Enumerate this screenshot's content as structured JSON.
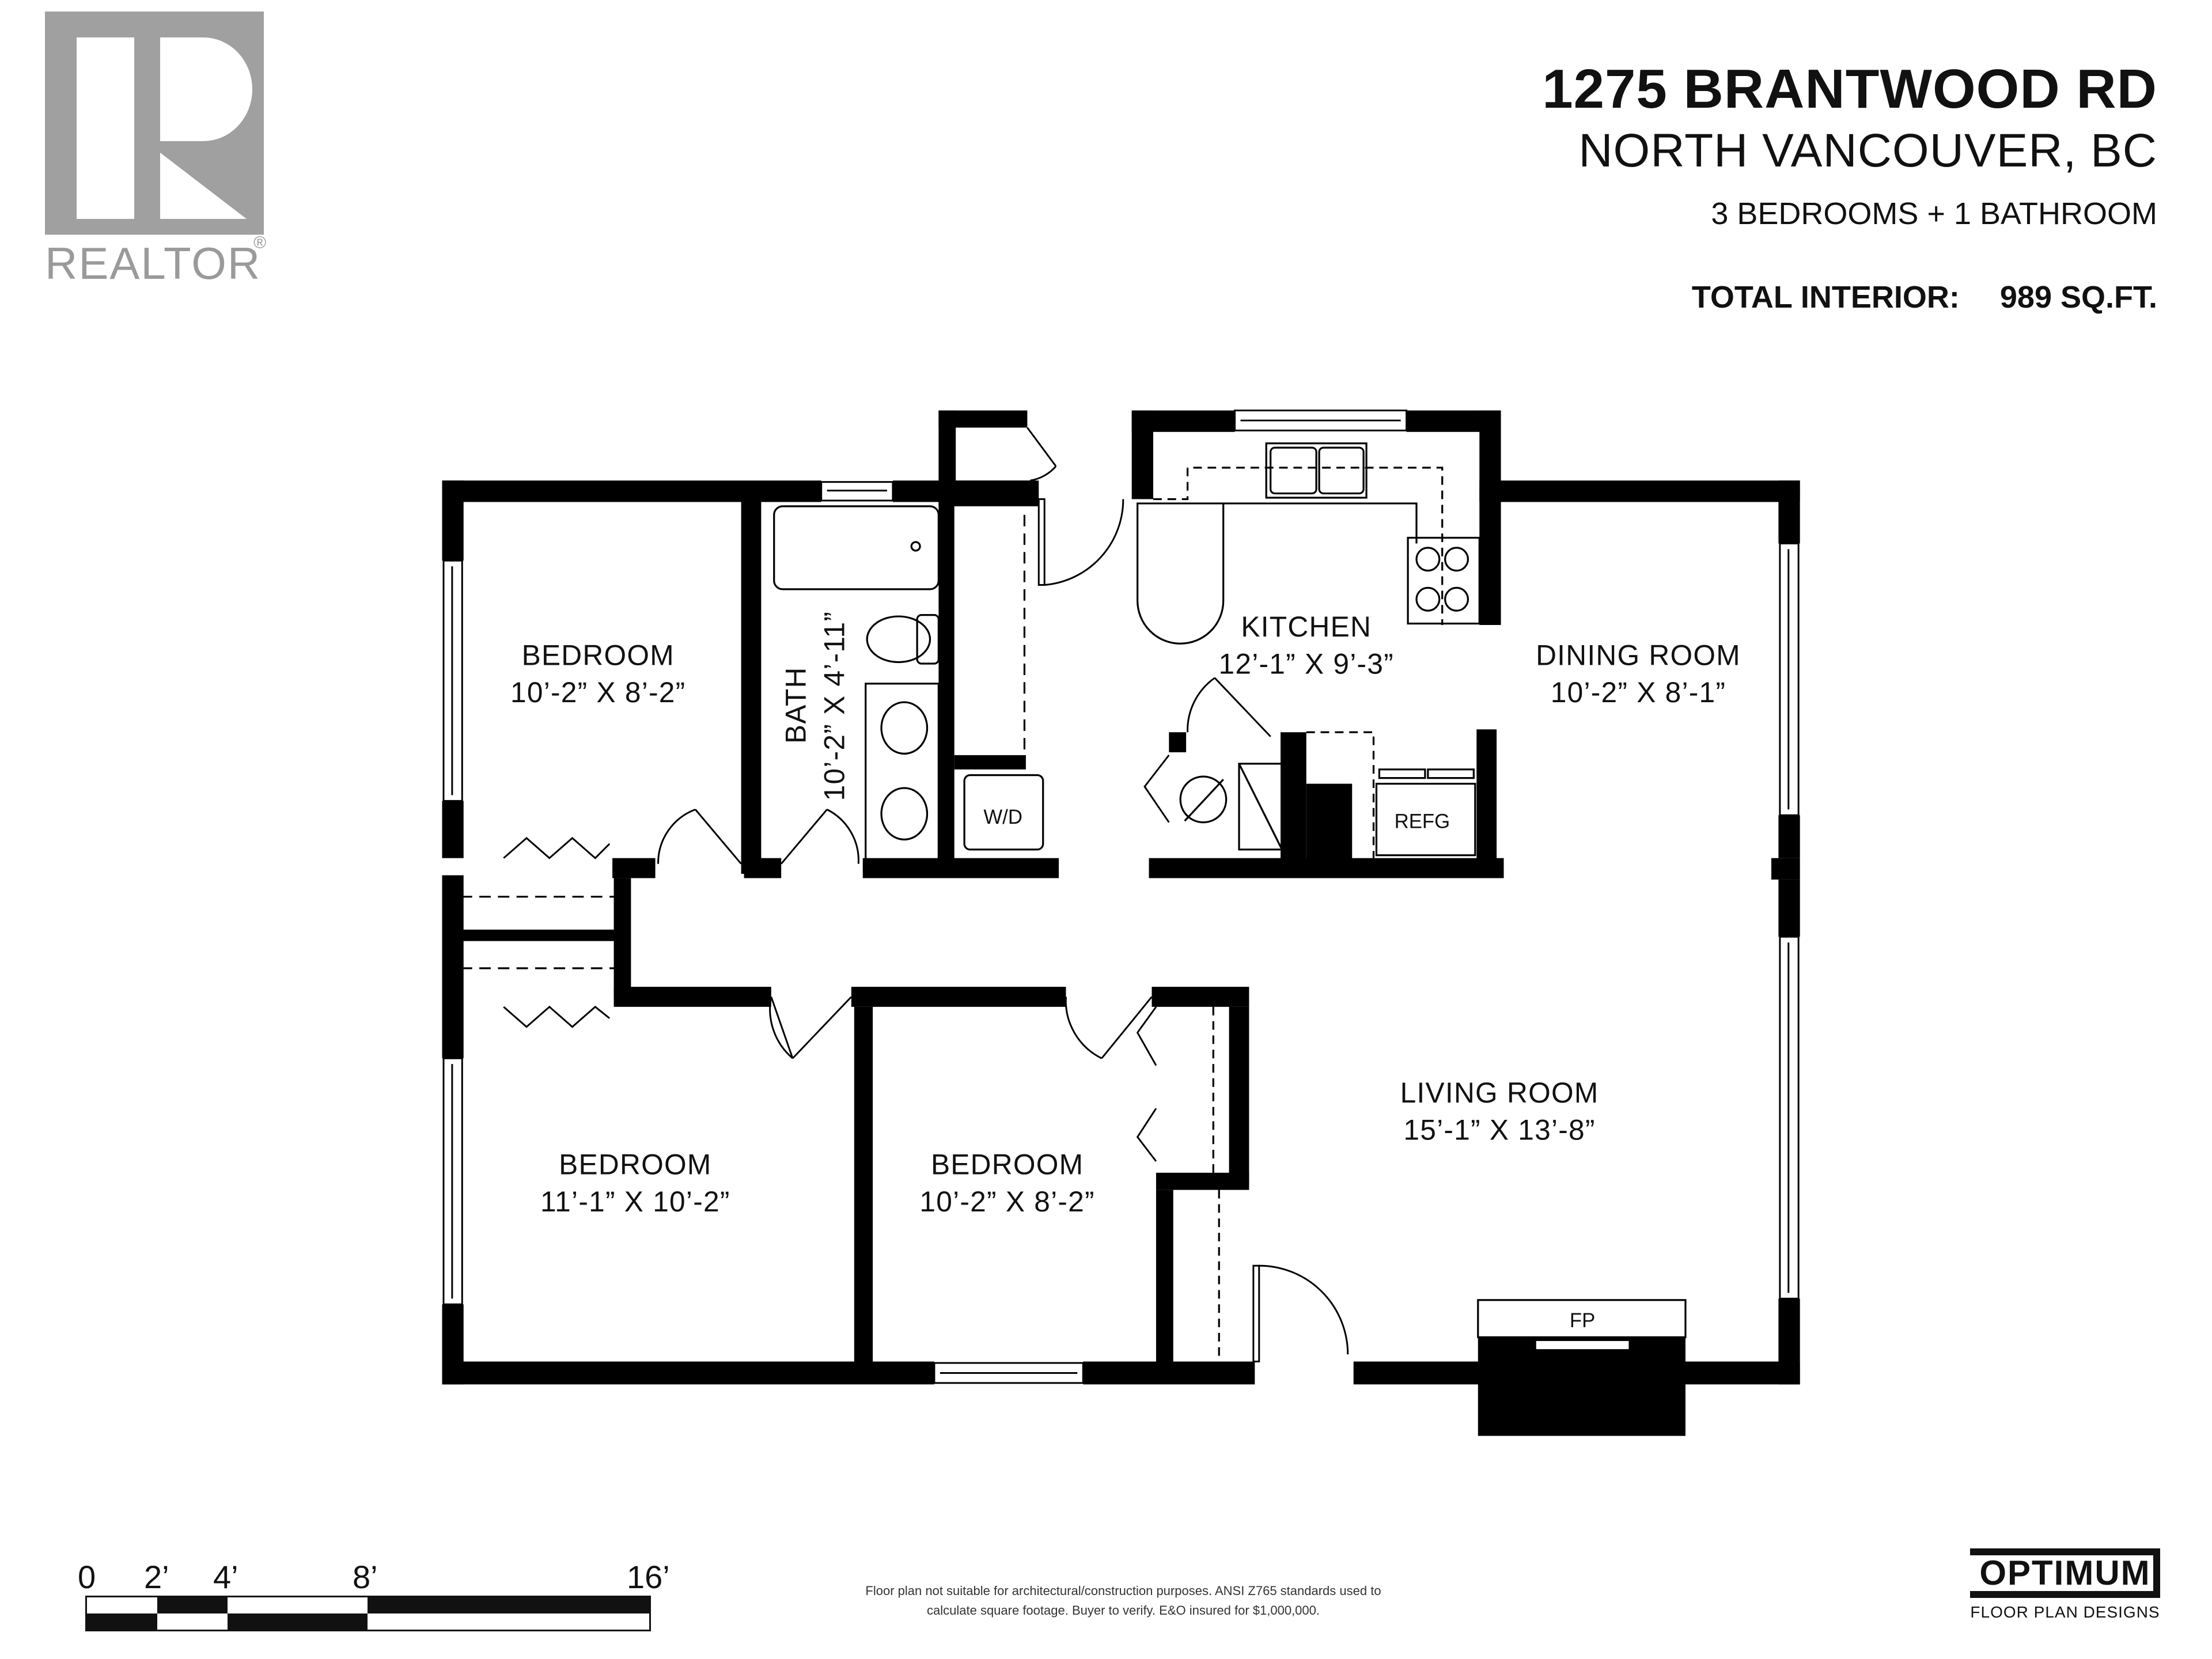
{
  "logo": {
    "brand": "REALTOR",
    "registered_mark": "®",
    "icon": "realtor-r-logo",
    "color": "#9a9a9a"
  },
  "header": {
    "address": "1275 BRANTWOOD RD",
    "city": "NORTH VANCOUVER, BC",
    "rooms_summary": "3 BEDROOMS + 1 BATHROOM",
    "total_interior_label": "TOTAL INTERIOR:",
    "total_interior_value": "989 SQ.FT."
  },
  "floor_plan": {
    "rooms": [
      {
        "name": "BEDROOM",
        "dimensions": "10’-2” X 8’-2”"
      },
      {
        "name": "BATH",
        "dimensions": "10’-2” X 4’-11”"
      },
      {
        "name": "KITCHEN",
        "dimensions": "12’-1” X 9’-3”"
      },
      {
        "name": "DINING ROOM",
        "dimensions": "10’-2” X 8’-1”"
      },
      {
        "name": "LIVING ROOM",
        "dimensions": "15’-1” X 13’-8”"
      },
      {
        "name": "BEDROOM",
        "dimensions": "11’-1” X 10’-2”"
      },
      {
        "name": "BEDROOM",
        "dimensions": "10’-2” X 8’-2”"
      }
    ],
    "fixtures": {
      "washer_dryer": "W/D",
      "refrigerator": "REFG",
      "fireplace": "FP"
    },
    "wall_color": "#000000"
  },
  "scale": {
    "ticks": [
      "0",
      "2’",
      "4’",
      "8’",
      "16’"
    ]
  },
  "disclaimer": {
    "line1": "Floor plan not suitable for architectural/construction purposes. ANSI Z765 standards used to",
    "line2": "calculate square footage. Buyer to verify.  E&O insured for $1,000,000."
  },
  "footer_logo": {
    "brand": "OPTIMUM",
    "tagline": "FLOOR PLAN DESIGNS"
  }
}
